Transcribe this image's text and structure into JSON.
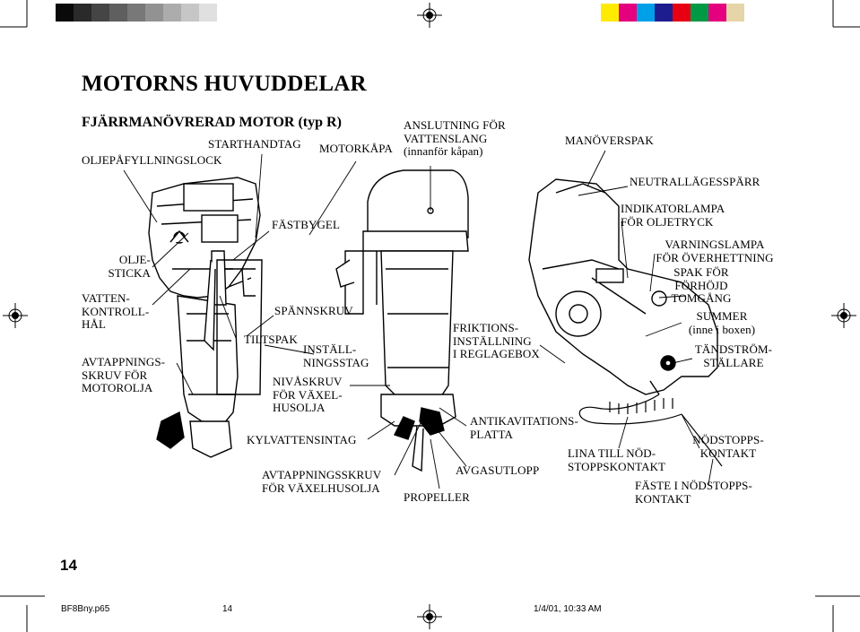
{
  "grey_swatches": [
    "#0a0a0a",
    "#2a2a2a",
    "#454545",
    "#5f5f5f",
    "#787878",
    "#929292",
    "#acacac",
    "#c6c6c6",
    "#e0e0e0"
  ],
  "color_swatches": [
    "#ffeb00",
    "#e4007f",
    "#00a0e9",
    "#1d1d8f",
    "#e60012",
    "#009944",
    "#e4007f",
    "#e6d5a8"
  ],
  "title": "MOTORNS HUVUDDELAR",
  "subtitle": "FJÄRRMANÖVRERAD MOTOR (typ R)",
  "labels": {
    "starthandtag": "STARTHANDTAG",
    "motorkapa": "MOTORKÅPA",
    "oljepafyllningslock": "OLJEPÅFYLLNINGSLOCK",
    "anslutning": "ANSLUTNING FÖR\nVATTENSLANG\n(innanför kåpan)",
    "manoverspak": "MANÖVERSPAK",
    "neutrallagesparr": "NEUTRALLÄGESSPÄRR",
    "fastbygel": "FÄSTBYGEL",
    "indikatorlampa": "INDIKATORLAMPA\nFÖR OLJETRYCK",
    "oljesticka": "OLJE-\nSTICKA",
    "varningslampa": "VARNINGSLAMPA\nFÖR ÖVERHETTNING",
    "spak_forhojd": "SPAK FÖR\nFÖRHÖJD\nTOMGÅNG",
    "vattenkontrollhal": "VATTEN-\nKONTROLL-\nHÅL",
    "spannskruv": "SPÄNNSKRUV",
    "summer": "SUMMER\n(inne i boxen)",
    "friktions": "FRIKTIONS-\nINSTÄLLNING\nI REGLAGEBOX",
    "tiltspak": "TILTSPAK",
    "installningsstag": "INSTÄLL-\nNINGSSTAG",
    "avtappningsskruv_motor": "AVTAPPNINGS-\nSKRUV FÖR\nMOTOROLJA",
    "tandstromstallare": "TÄNDSTRÖM-\nSTÄLLARE",
    "nivaskruv": "NIVÅSKRUV\nFÖR VÄXEL-\nHUSOLJA",
    "antikavitation": "ANTIKAVITATIONS-\nPLATTA",
    "kylvattensintag": "KYLVATTENSINTAG",
    "nodstoppskontakt": "NÖDSTOPPS-\nKONTAKT",
    "lina": "LINA TILL NÖD-\nSTOPPSKONTAKT",
    "avgasutlopp": "AVGASUTLOPP",
    "avtappningsskruv_vaxel": "AVTAPPNINGSSKRUV\nFÖR VÄXELHUSOLJA",
    "faste": "FÄSTE I NÖDSTOPPS-\nKONTAKT",
    "propeller": "PROPELLER"
  },
  "page_number": "14",
  "footer": {
    "file": "BF8Bny.p65",
    "page": "14",
    "timestamp": "1/4/01, 10:33 AM"
  }
}
